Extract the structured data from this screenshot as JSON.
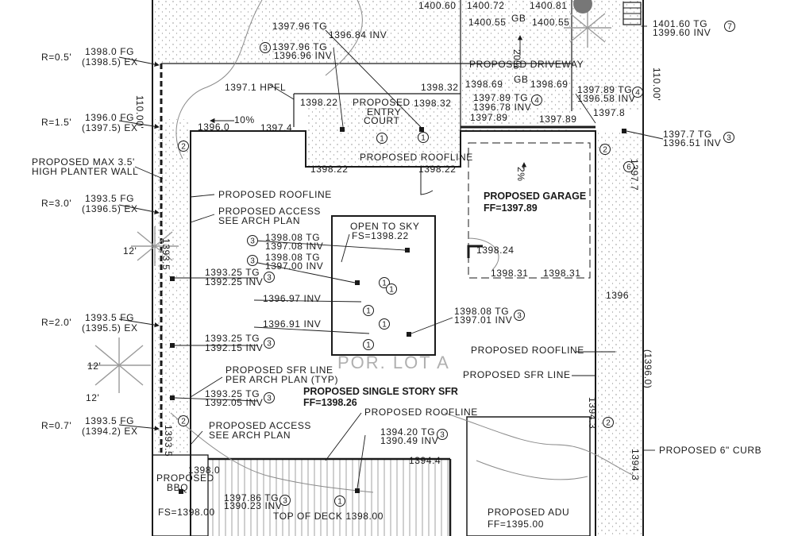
{
  "labels": [
    {
      "id": "ge-1",
      "text": "1400.60"
    },
    {
      "id": "ge-2",
      "text": "1400.72"
    },
    {
      "id": "ge-3",
      "text": "1400.81"
    },
    {
      "id": "ge-4",
      "text": "1400.55"
    },
    {
      "id": "ge-5",
      "text": "GB"
    },
    {
      "id": "ge-6",
      "text": "1400.55"
    },
    {
      "id": "ge-7",
      "text": "1401.60 TG"
    },
    {
      "id": "ge-8",
      "text": "1399.60 INV"
    },
    {
      "id": "ge-9",
      "text": "1397.96 TG"
    },
    {
      "id": "ge-10",
      "text": "1396.84 INV"
    },
    {
      "id": "ge-11",
      "text": "1397.96 TG"
    },
    {
      "id": "ge-12",
      "text": "1396.96 INV"
    },
    {
      "id": "ge-13",
      "text": "20%"
    },
    {
      "id": "ge-14",
      "text": "PROPOSED DRIVEWAY"
    },
    {
      "id": "ge-15",
      "text": "GB"
    },
    {
      "id": "ge-16",
      "text": "1398.32"
    },
    {
      "id": "ge-17",
      "text": "1398.69"
    },
    {
      "id": "ge-18",
      "text": "1398.69"
    },
    {
      "id": "ge-19",
      "text": "R=0.5'"
    },
    {
      "id": "ge-20",
      "text": "1398.0 FG"
    },
    {
      "id": "ge-21",
      "text": "(1398.5) EX"
    },
    {
      "id": "ge-22",
      "text": "1397.1 HPFL"
    },
    {
      "id": "ge-23",
      "text": "1398.22"
    },
    {
      "id": "ge-24",
      "text": "PROPOSED"
    },
    {
      "id": "ge-25",
      "text": "ENTRY"
    },
    {
      "id": "ge-26",
      "text": "COURT"
    },
    {
      "id": "ge-27",
      "text": "1398.32"
    },
    {
      "id": "ge-28",
      "text": "1397.89 TG"
    },
    {
      "id": "ge-29",
      "text": "1396.78 INV"
    },
    {
      "id": "ge-30",
      "text": "1397.89 TG"
    },
    {
      "id": "ge-31",
      "text": "1396.58 INV"
    },
    {
      "id": "ge-32",
      "text": "R=1.5'"
    },
    {
      "id": "ge-33",
      "text": "1396.0 FG"
    },
    {
      "id": "ge-34",
      "text": "(1397.5) EX"
    },
    {
      "id": "ge-35",
      "text": "1396.0"
    },
    {
      "id": "ge-36",
      "text": "10%"
    },
    {
      "id": "ge-37",
      "text": "1397.4"
    },
    {
      "id": "ge-38",
      "text": "1397.89"
    },
    {
      "id": "ge-39",
      "text": "1397.89"
    },
    {
      "id": "ge-40",
      "text": "1397.8"
    },
    {
      "id": "ge-41",
      "text": "1397.7 TG"
    },
    {
      "id": "ge-42",
      "text": "1396.51 INV"
    },
    {
      "id": "ge-43",
      "text": "PROPOSED MAX 3.5'"
    },
    {
      "id": "ge-44",
      "text": "HIGH PLANTER WALL"
    },
    {
      "id": "ge-45",
      "text": "PROPOSED ROOFLINE"
    },
    {
      "id": "ge-46",
      "text": "1398.22"
    },
    {
      "id": "ge-47",
      "text": "1398.22"
    },
    {
      "id": "ge-48",
      "text": "2%"
    },
    {
      "id": "ge-49",
      "text": "PROPOSED GARAGE"
    },
    {
      "id": "ge-50",
      "text": "FF=1397.89"
    },
    {
      "id": "ge-51",
      "text": "R=3.0'"
    },
    {
      "id": "ge-52",
      "text": "1393.5 FG"
    },
    {
      "id": "ge-53",
      "text": "(1396.5) EX"
    },
    {
      "id": "ge-54",
      "text": "PROPOSED ROOFLINE"
    },
    {
      "id": "ge-55",
      "text": "PROPOSED ACCESS"
    },
    {
      "id": "ge-56",
      "text": "SEE ARCH PLAN"
    },
    {
      "id": "ge-57",
      "text": "OPEN TO SKY"
    },
    {
      "id": "ge-58",
      "text": "FS=1398.22"
    },
    {
      "id": "ge-59",
      "text": "1398.08 TG"
    },
    {
      "id": "ge-60",
      "text": "1397.08 INV"
    },
    {
      "id": "ge-61",
      "text": "1398.08 TG"
    },
    {
      "id": "ge-62",
      "text": "1397.00 INV"
    },
    {
      "id": "ge-63",
      "text": "1398.24"
    },
    {
      "id": "ge-64",
      "text": "1398.31"
    },
    {
      "id": "ge-65",
      "text": "1398.31"
    },
    {
      "id": "ge-66",
      "text": "1393.25 TG"
    },
    {
      "id": "ge-67",
      "text": "1392.25 INV"
    },
    {
      "id": "ge-68",
      "text": "1396.97 INV"
    },
    {
      "id": "ge-69",
      "text": "1396"
    },
    {
      "id": "ge-70",
      "text": "R=2.0'"
    },
    {
      "id": "ge-71",
      "text": "1393.5 FG"
    },
    {
      "id": "ge-72",
      "text": "(1395.5) EX"
    },
    {
      "id": "ge-73",
      "text": "1396.91 INV"
    },
    {
      "id": "ge-74",
      "text": "1398.08 TG"
    },
    {
      "id": "ge-75",
      "text": "1397.01 INV"
    },
    {
      "id": "ge-76",
      "text": "1393.25 TG"
    },
    {
      "id": "ge-77",
      "text": "1392.15 INV"
    },
    {
      "id": "ge-78",
      "text": "PROPOSED ROOFLINE"
    },
    {
      "id": "ge-79",
      "text": "POR. LOT A"
    },
    {
      "id": "ge-80",
      "text": "PROPOSED SFR LINE"
    },
    {
      "id": "ge-81",
      "text": "PROPOSED SFR LINE"
    },
    {
      "id": "ge-82",
      "text": "PER ARCH PLAN (TYP)"
    },
    {
      "id": "ge-83",
      "text": "1393.25 TG"
    },
    {
      "id": "ge-84",
      "text": "1392.05 INV"
    },
    {
      "id": "ge-85",
      "text": "PROPOSED SINGLE STORY SFR"
    },
    {
      "id": "ge-86",
      "text": "FF=1398.26"
    },
    {
      "id": "ge-87",
      "text": "PROPOSED ROOFLINE"
    },
    {
      "id": "ge-88",
      "text": "R=0.7'"
    },
    {
      "id": "ge-89",
      "text": "1393.5 FG"
    },
    {
      "id": "ge-90",
      "text": "(1394.2) EX"
    },
    {
      "id": "ge-91",
      "text": "PROPOSED ACCESS"
    },
    {
      "id": "ge-92",
      "text": "SEE ARCH PLAN"
    },
    {
      "id": "ge-93",
      "text": "1394.20 TG"
    },
    {
      "id": "ge-94",
      "text": "1390.49 INV"
    },
    {
      "id": "ge-95",
      "text": "PROPOSED 6\" CURB"
    },
    {
      "id": "ge-96",
      "text": "1394.4"
    },
    {
      "id": "ge-97",
      "text": "1398.0"
    },
    {
      "id": "ge-98",
      "text": "PROPOSED"
    },
    {
      "id": "ge-99",
      "text": "BBQ"
    },
    {
      "id": "ge-100",
      "text": "1397.86 TG"
    },
    {
      "id": "ge-101",
      "text": "1390.23 INV"
    },
    {
      "id": "ge-102",
      "text": "FS=1398.00"
    },
    {
      "id": "ge-103",
      "text": "TOP OF DECK 1398.00"
    },
    {
      "id": "ge-104",
      "text": "PROPOSED ADU"
    },
    {
      "id": "ge-105",
      "text": "FF=1395.00"
    },
    {
      "id": "ge-106",
      "text": "110.00'"
    },
    {
      "id": "ge-107",
      "text": "110.00'"
    },
    {
      "id": "ge-108",
      "text": "1397.7"
    },
    {
      "id": "ge-109",
      "text": "(1396.0)"
    },
    {
      "id": "ge-110",
      "text": "1394.3"
    },
    {
      "id": "ge-111",
      "text": "1394.3"
    },
    {
      "id": "ge-112",
      "text": "1393.5"
    },
    {
      "id": "ge-113",
      "text": "1393.5"
    },
    {
      "id": "ge-114",
      "text": "12'"
    },
    {
      "id": "ge-115",
      "text": "12'"
    },
    {
      "id": "ge-116",
      "text": "12'"
    }
  ],
  "callouts": [
    {
      "id": "c-1",
      "text": "3"
    },
    {
      "id": "c-2",
      "text": "7"
    },
    {
      "id": "c-3",
      "text": "1"
    },
    {
      "id": "c-4",
      "text": "1"
    },
    {
      "id": "c-5",
      "text": "4"
    },
    {
      "id": "c-6",
      "text": "4"
    },
    {
      "id": "c-7",
      "text": "3"
    },
    {
      "id": "c-8",
      "text": "2"
    },
    {
      "id": "c-9",
      "text": "2"
    },
    {
      "id": "c-10",
      "text": "6"
    },
    {
      "id": "c-11",
      "text": "3"
    },
    {
      "id": "c-12",
      "text": "3"
    },
    {
      "id": "c-13",
      "text": "1"
    },
    {
      "id": "c-14",
      "text": "3"
    },
    {
      "id": "c-15",
      "text": "1"
    },
    {
      "id": "c-16",
      "text": "1"
    },
    {
      "id": "c-17",
      "text": "1"
    },
    {
      "id": "c-18",
      "text": "3"
    },
    {
      "id": "c-19",
      "text": "1"
    },
    {
      "id": "c-20",
      "text": "3"
    },
    {
      "id": "c-21",
      "text": "3"
    },
    {
      "id": "c-22",
      "text": "2"
    },
    {
      "id": "c-23",
      "text": "3"
    },
    {
      "id": "c-24",
      "text": "2"
    },
    {
      "id": "c-25",
      "text": "3"
    },
    {
      "id": "c-26",
      "text": "1"
    }
  ],
  "colors": {
    "ink": "#1a1a1a",
    "hatch": "#6e6e6e",
    "stipple": "#8a8a8a",
    "tree": "#9a9a9a",
    "deck": "#888888"
  }
}
